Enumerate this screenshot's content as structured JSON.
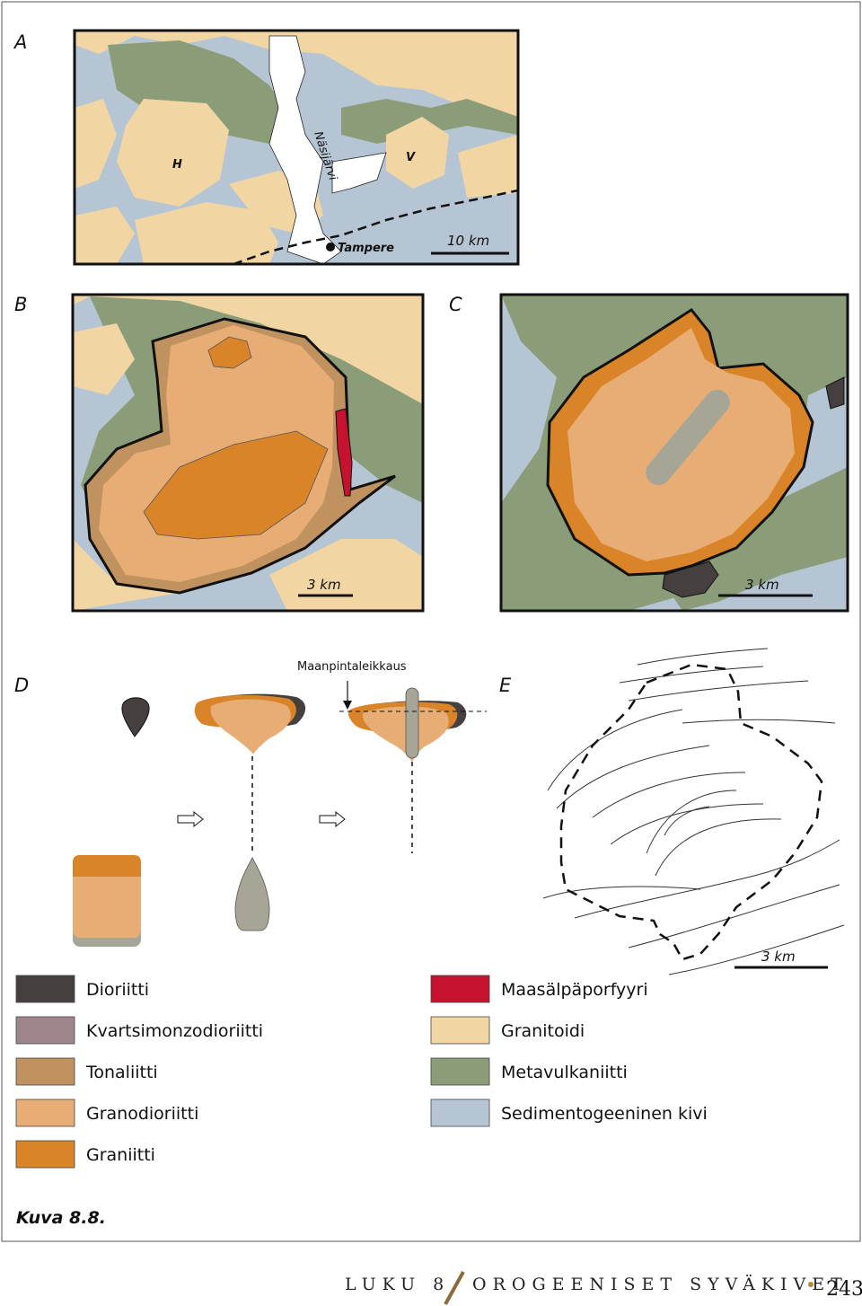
{
  "panels": {
    "a": {
      "label": "A",
      "lake": "Näsijärvi",
      "city": "Tampere",
      "h": "H",
      "v": "V",
      "scale": "10 km"
    },
    "b": {
      "label": "B",
      "scale": "3 km"
    },
    "c": {
      "label": "C",
      "scale": "3 km"
    },
    "d": {
      "label": "D",
      "section": "Maanpintaleikkaus"
    },
    "e": {
      "label": "E",
      "scale": "3 km"
    }
  },
  "legend": {
    "left": [
      {
        "label": "Dioriitti",
        "color": "#45403f"
      },
      {
        "label": "Kvartsimonzodioriitti",
        "color": "#9e868c"
      },
      {
        "label": "Tonaliitti",
        "color": "#c09260"
      },
      {
        "label": "Granodioriitti",
        "color": "#e8ad75"
      },
      {
        "label": "Graniitti",
        "color": "#d98428"
      }
    ],
    "right": [
      {
        "label": "Maasälpäporfyyri",
        "color": "#c4122f"
      },
      {
        "label": "Granitoidi",
        "color": "#f1d6a4"
      },
      {
        "label": "Metavulkaniitti",
        "color": "#8b9c78"
      },
      {
        "label": "Sedimentogeeninen kivi",
        "color": "#b6c5d3"
      }
    ]
  },
  "caption": "Kuva 8.8.",
  "footer": {
    "chapter": "LUKU 8",
    "title": "OROGEENISET SYVÄKIVET",
    "page": "243"
  }
}
